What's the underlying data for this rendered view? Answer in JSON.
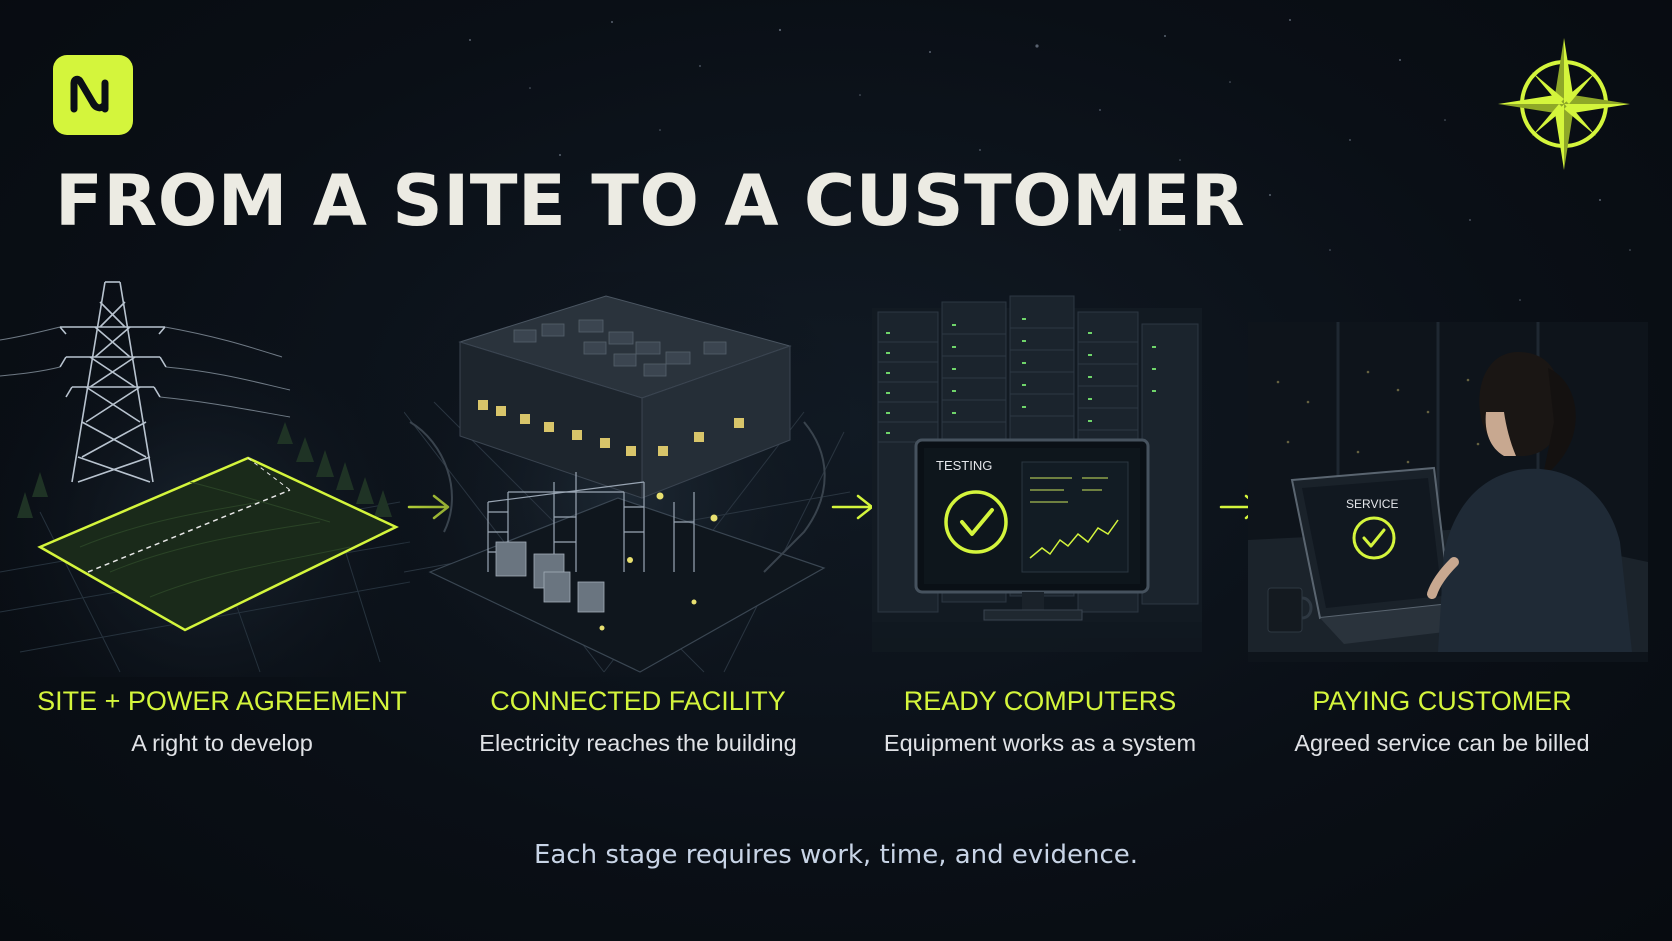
{
  "title": "FROM A SITE TO A CUSTOMER",
  "icons": {
    "logo": "n-wave-logo-icon",
    "compass": "compass-rose-icon",
    "arrow": "arrow-right-icon"
  },
  "stages": [
    {
      "title": "SITE + POWER AGREEMENT",
      "description": "A right to develop",
      "illustration": "power-tower-site-plot"
    },
    {
      "title": "CONNECTED FACILITY",
      "description": "Electricity reaches the building",
      "illustration": "datacenter-substation"
    },
    {
      "title": "READY COMPUTERS",
      "description": "Equipment works as a system",
      "illustration": "server-racks-monitor",
      "screen_label": "TESTING"
    },
    {
      "title": "PAYING CUSTOMER",
      "description": "Agreed service can be billed",
      "illustration": "customer-laptop",
      "screen_label": "SERVICE"
    }
  ],
  "footer": "Each stage requires work, time, and evidence.",
  "colors": {
    "accent": "#d4f53c",
    "background": "#0a0f16",
    "title": "#ecebe3",
    "footer": "#c8d4e6"
  }
}
